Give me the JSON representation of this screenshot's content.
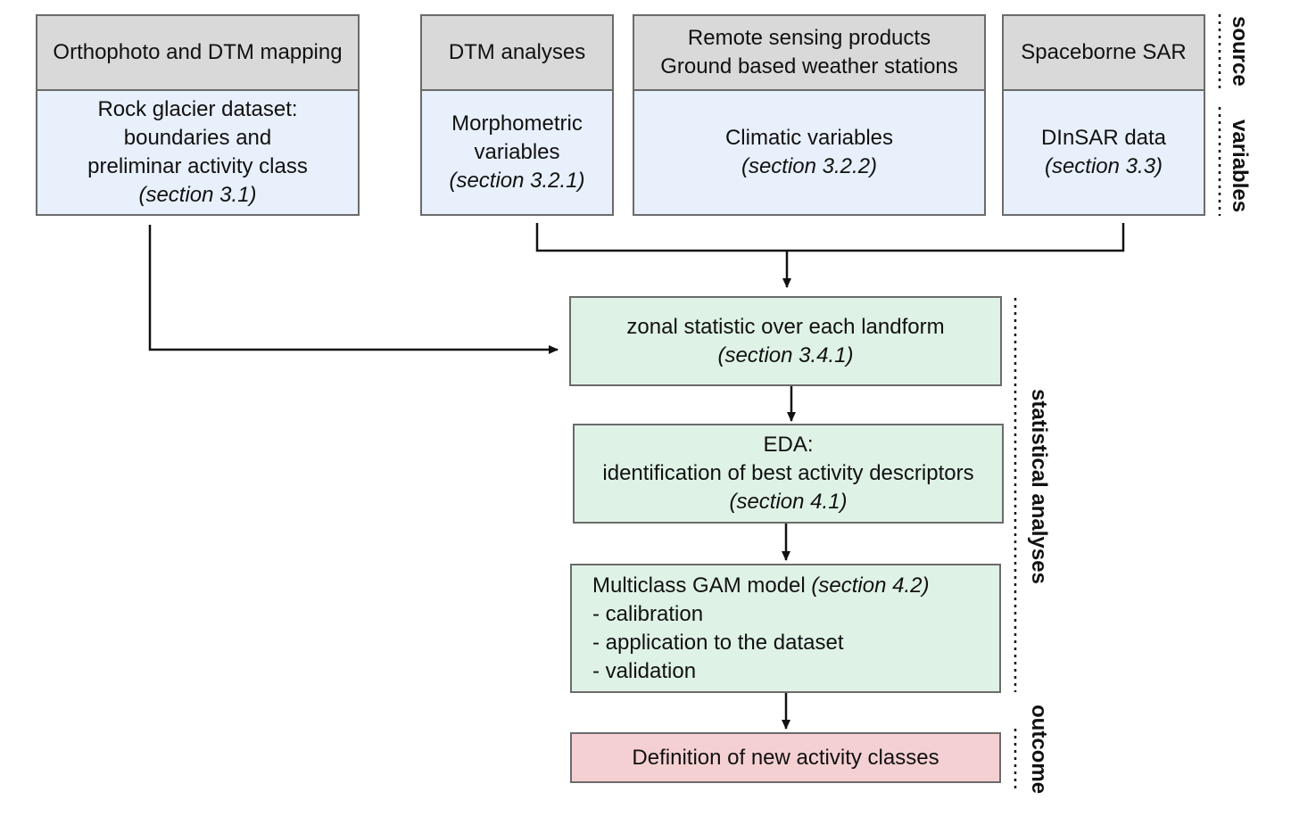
{
  "sources": {
    "ortho": "Orthophoto and DTM mapping",
    "dtm": "DTM analyses",
    "remote_line1": "Remote sensing products",
    "remote_line2": "Ground based weather stations",
    "sar": "Spaceborne SAR"
  },
  "variables": {
    "rock_line1": "Rock glacier dataset:",
    "rock_line2": "boundaries and",
    "rock_line3": "preliminar activity class",
    "rock_section": "(section 3.1)",
    "morph_line1": "Morphometric",
    "morph_line2": "variables",
    "morph_section": "(section 3.2.1)",
    "climatic": "Climatic variables",
    "climatic_section": "(section 3.2.2)",
    "dinsar": "DInSAR data",
    "dinsar_section": "(section 3.3)"
  },
  "statistics": {
    "zonal": "zonal statistic over each landform",
    "zonal_section": "(section 3.4.1)",
    "eda_line1": "EDA:",
    "eda_line2": "identification of best activity descriptors",
    "eda_section": "(section 4.1)",
    "gam_title": "Multiclass GAM model",
    "gam_section": "(section 4.2)",
    "gam_items": [
      "- calibration",
      "- application to the dataset",
      "- validation"
    ]
  },
  "outcome": {
    "text": "Definition of new activity classes"
  },
  "side_labels": {
    "source": "source",
    "variables": "variables",
    "statistical": "statistical analyses",
    "outcome": "outcome"
  },
  "colors": {
    "header_fill": "#d9d9d9",
    "variable_fill": "#e8f0fb",
    "statistics_fill": "#dff2e6",
    "outcome_fill": "#f5d0d2",
    "border": "#6b6b6b"
  }
}
